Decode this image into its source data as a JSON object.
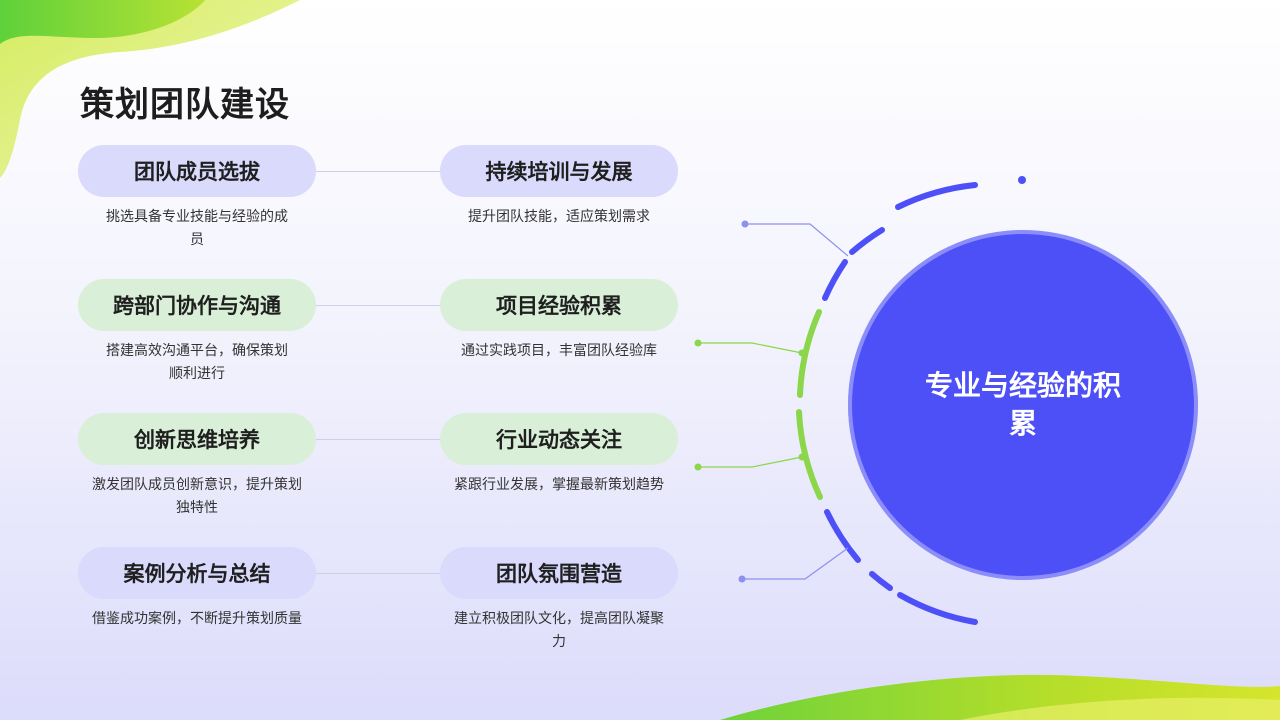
{
  "slide": {
    "title": "策划团队建设",
    "hub_text": "专业与经验的积累",
    "items": [
      {
        "label": "团队成员选拔",
        "desc": "挑选具备专业技能与经验的成员",
        "tone": "purple"
      },
      {
        "label": "持续培训与发展",
        "desc": "提升团队技能，适应策划需求",
        "tone": "purple"
      },
      {
        "label": "跨部门协作与沟通",
        "desc": "搭建高效沟通平台，确保策划顺利进行",
        "tone": "green"
      },
      {
        "label": "项目经验积累",
        "desc": "通过实践项目，丰富团队经验库",
        "tone": "green"
      },
      {
        "label": "创新思维培养",
        "desc": "激发团队成员创新意识，提升策划独特性",
        "tone": "green"
      },
      {
        "label": "行业动态关注",
        "desc": "紧跟行业发展，掌握最新策划趋势",
        "tone": "green"
      },
      {
        "label": "案例分析与总结",
        "desc": "借鉴成功案例，不断提升策划质量",
        "tone": "purple"
      },
      {
        "label": "团队氛围营造",
        "desc": "建立积极团队文化，提高团队凝聚力",
        "tone": "purple"
      }
    ]
  },
  "colors": {
    "primary_blue": "#4d50f7",
    "accent_green": "#8bd64a",
    "pill_purple": "#d9dafc",
    "pill_green": "#d9efd8"
  }
}
